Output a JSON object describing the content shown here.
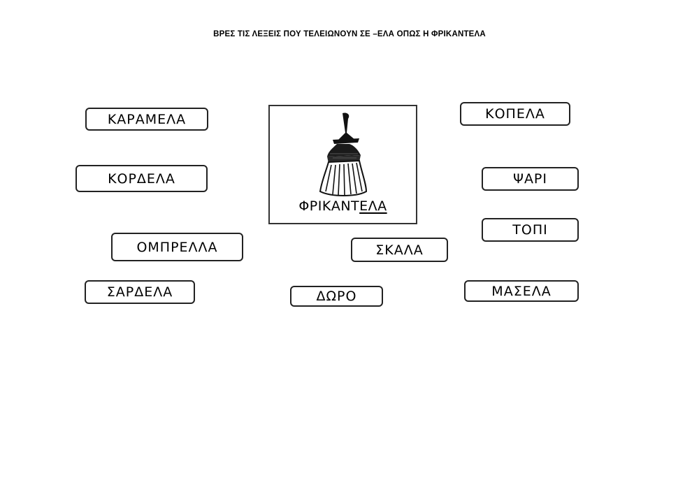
{
  "title": "ΒΡΕΣ ΤΙΣ ΛΕΞΕΙΣ ΠΟΥ ΤΕΛΕΙΩΝΟΥΝ  ΣΕ –ΕΛΑ ΟΠΩΣ Η ΦΡΙΚΑΝΤΕΛΑ",
  "center": {
    "image": "witch-figure-icon",
    "label_stem": "ΦΡΙΚΑΝΤ",
    "label_ending": "ΕΛΑ"
  },
  "words": [
    {
      "label": "ΚΑΡΑΜΕΛΑ"
    },
    {
      "label": "ΚΟΡΔΕΛΑ"
    },
    {
      "label": "ΟΜΠΡΕΛΛΑ"
    },
    {
      "label": "ΣΑΡΔΕΛΑ"
    },
    {
      "label": "ΣΚΑΛΑ"
    },
    {
      "label": "ΔΩΡΟ"
    },
    {
      "label": "ΚΟΠΕΛΑ"
    },
    {
      "label": "ΨΑΡΙ"
    },
    {
      "label": "ΤΟΠΙ"
    },
    {
      "label": "ΜΑΣΕΛΑ"
    }
  ]
}
